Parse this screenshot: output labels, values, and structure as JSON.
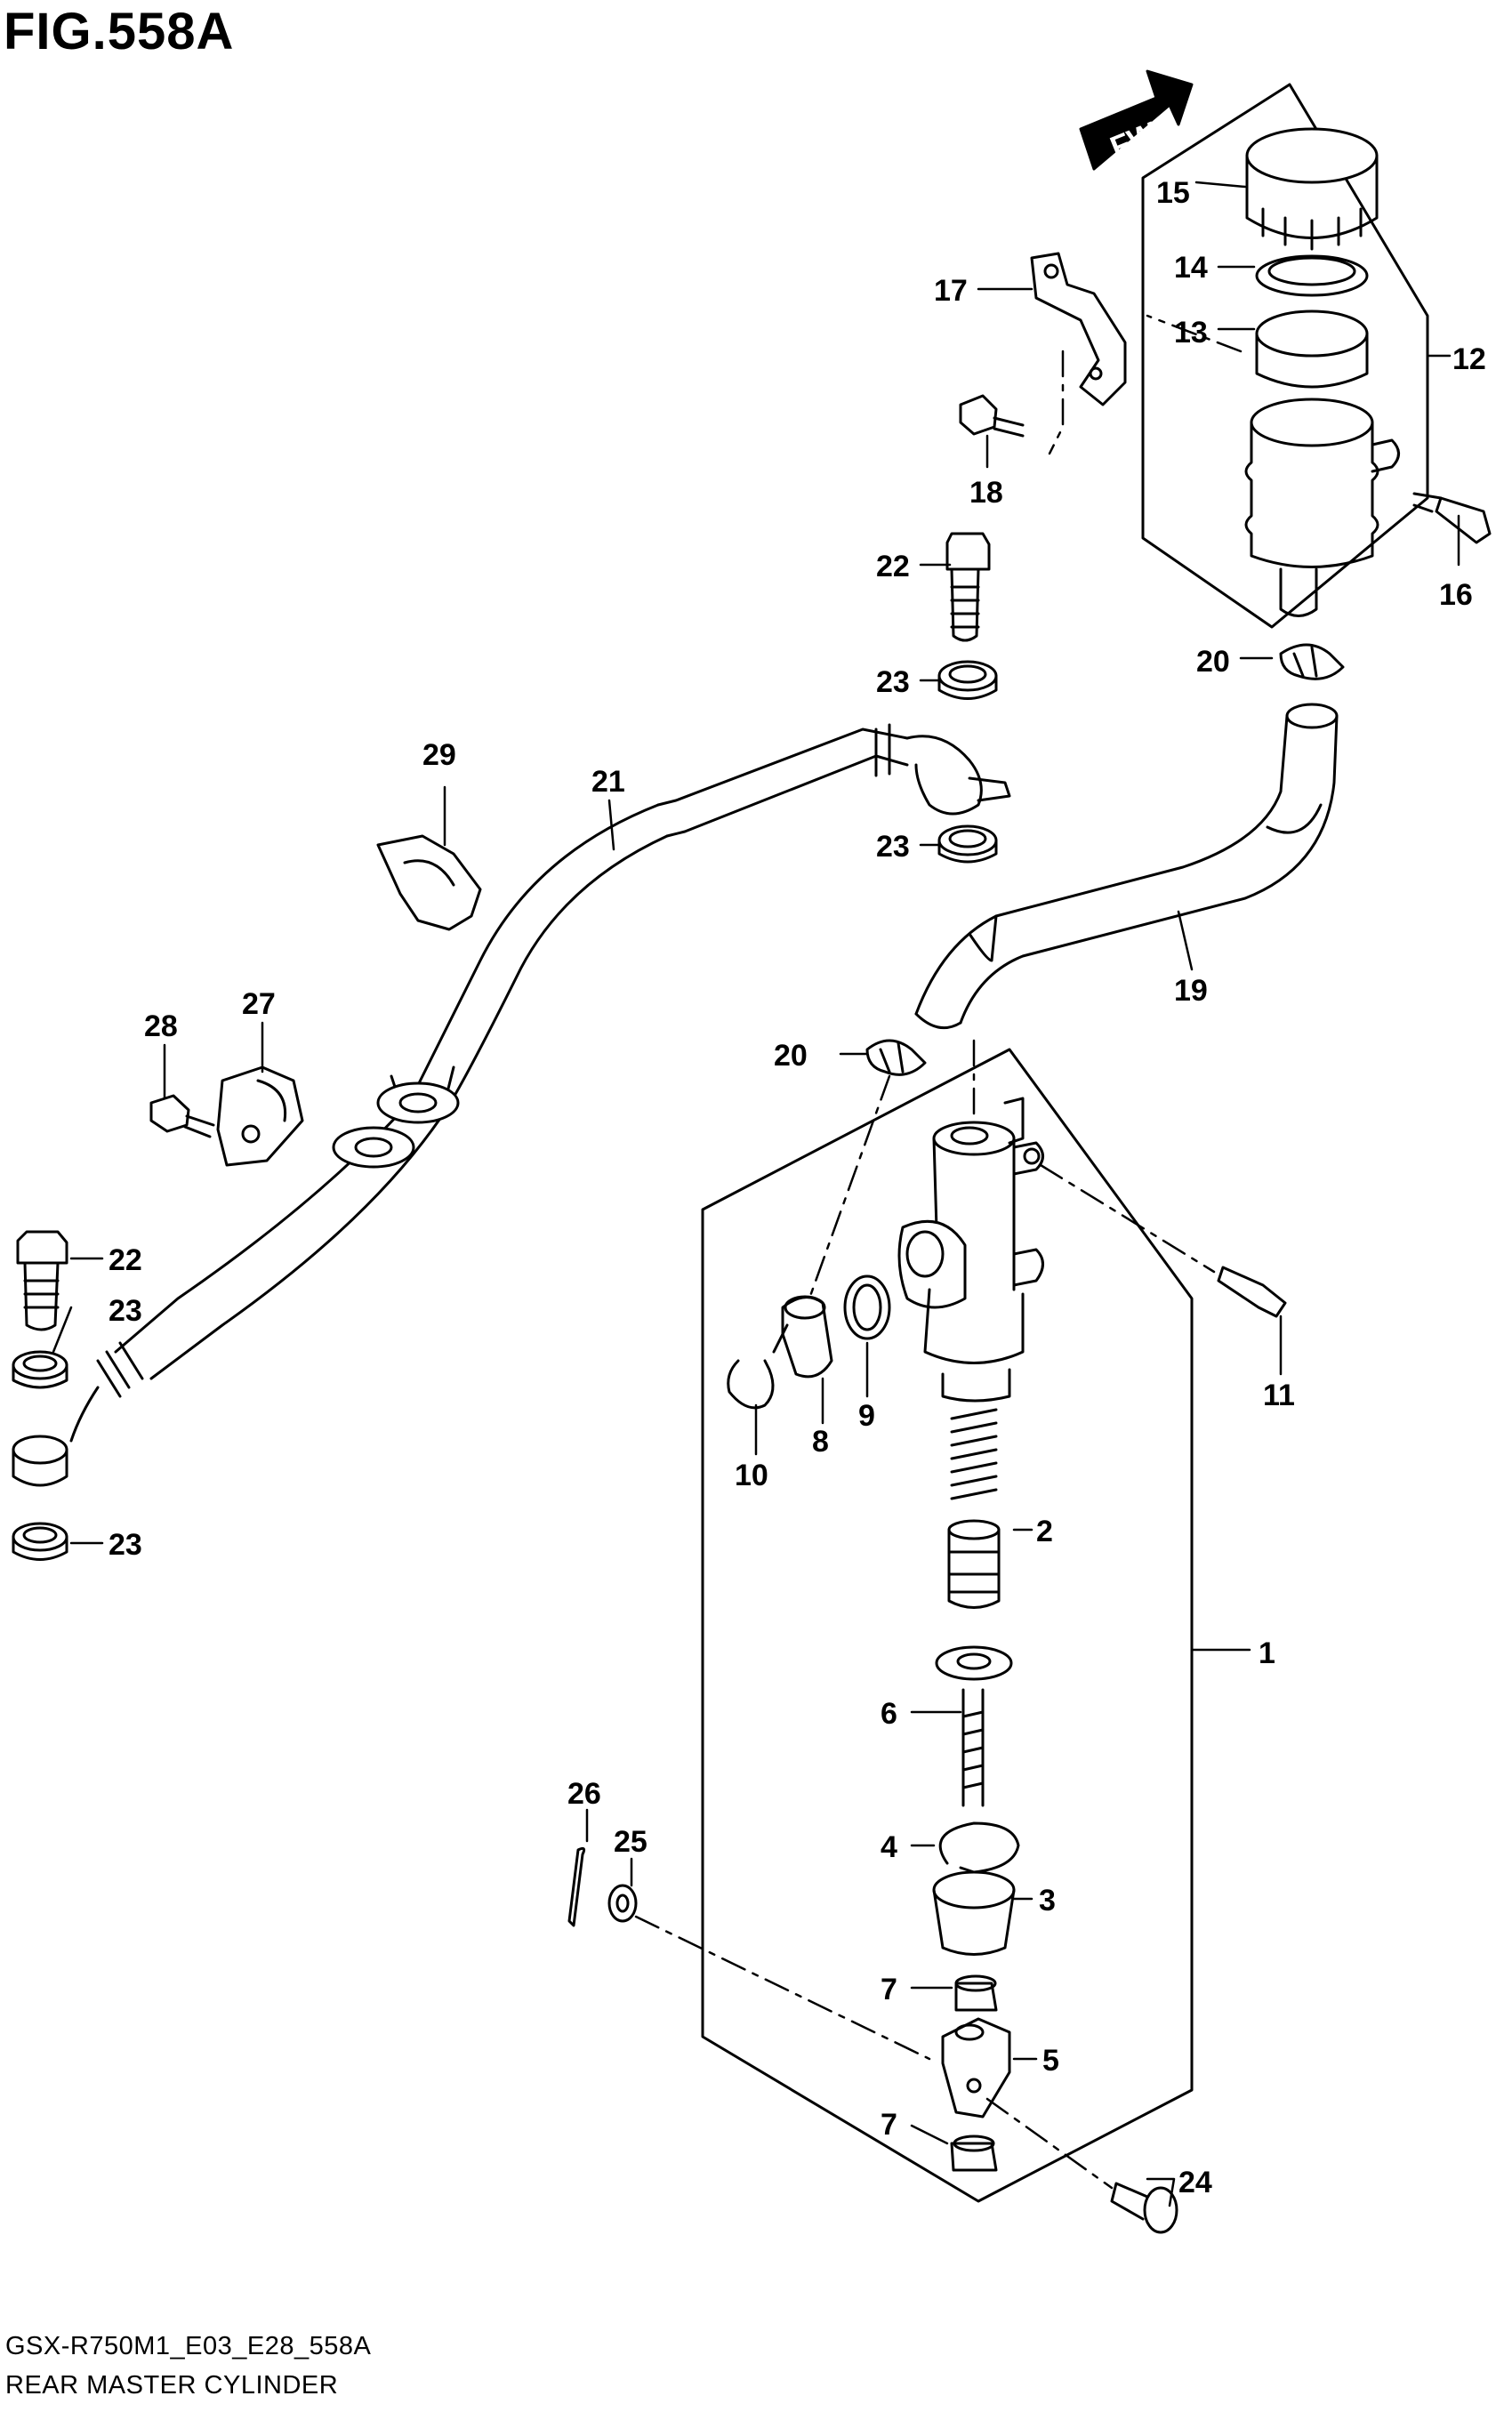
{
  "figure": {
    "title": "FIG.558A",
    "model_code": "GSX-R750M1_E03_E28_558A",
    "caption": "REAR MASTER CYLINDER"
  },
  "fwd_label": "FWD",
  "callouts": {
    "c1": "1",
    "c2": "2",
    "c3": "3",
    "c4": "4",
    "c5": "5",
    "c6": "6",
    "c7a": "7",
    "c7b": "7",
    "c8": "8",
    "c9": "9",
    "c10": "10",
    "c11": "11",
    "c12": "12",
    "c13": "13",
    "c14": "14",
    "c15": "15",
    "c16": "16",
    "c17": "17",
    "c18": "18",
    "c19": "19",
    "c20a": "20",
    "c20b": "20",
    "c21": "21",
    "c22a": "22",
    "c22b": "22",
    "c23a": "23",
    "c23b": "23",
    "c23c": "23",
    "c23d": "23",
    "c24": "24",
    "c25": "25",
    "c26": "26",
    "c27": "27",
    "c28": "28",
    "c29": "29"
  }
}
